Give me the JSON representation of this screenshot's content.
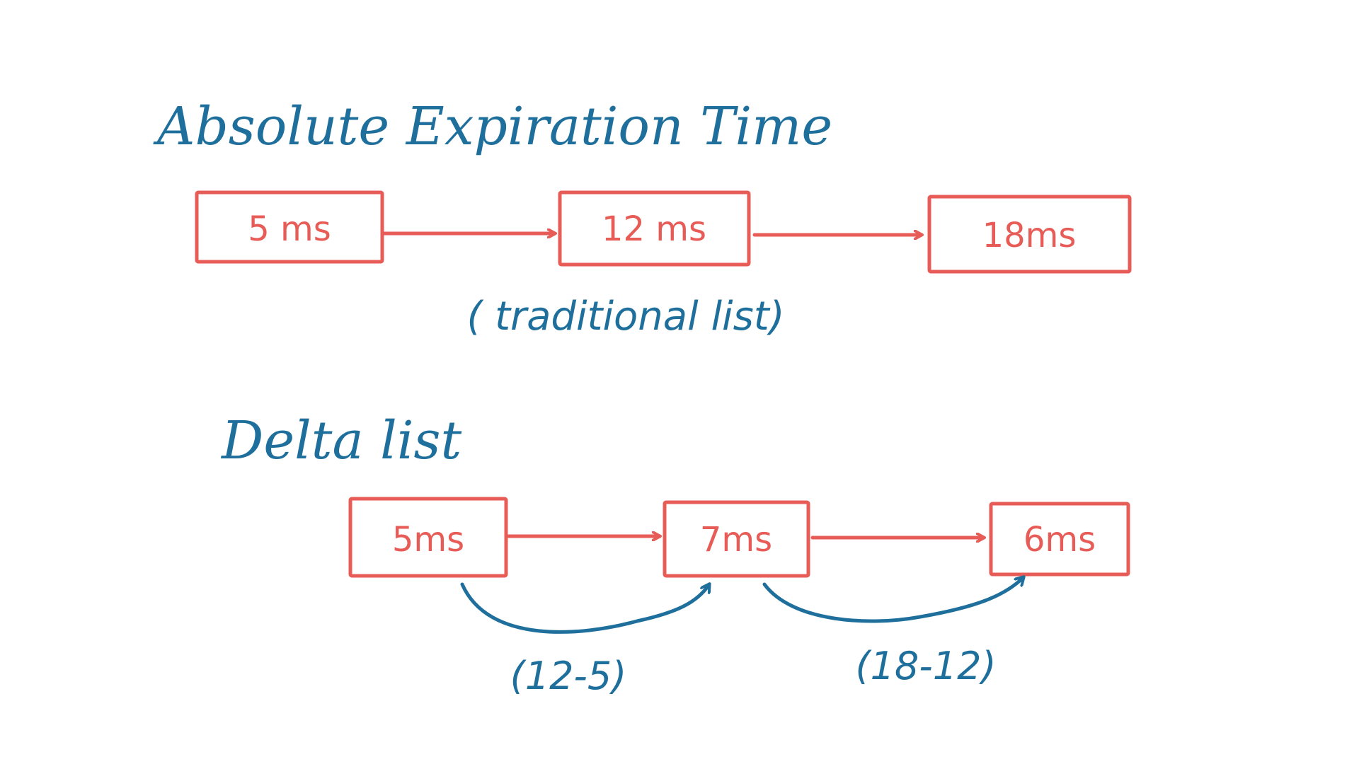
{
  "colors": {
    "node_stroke": "#e85c58",
    "node_text": "#e85c58",
    "annotation": "#1f6f9c",
    "background": "#ffffff"
  },
  "absolute": {
    "title": "Absolute Expiration Time",
    "caption": "( traditional list)",
    "nodes": [
      "5 ms",
      "12 ms",
      "18ms"
    ]
  },
  "delta": {
    "title": "Delta list",
    "nodes": [
      "5ms",
      "7ms",
      "6ms"
    ],
    "deltas": [
      "(12-5)",
      "(18-12)"
    ]
  }
}
